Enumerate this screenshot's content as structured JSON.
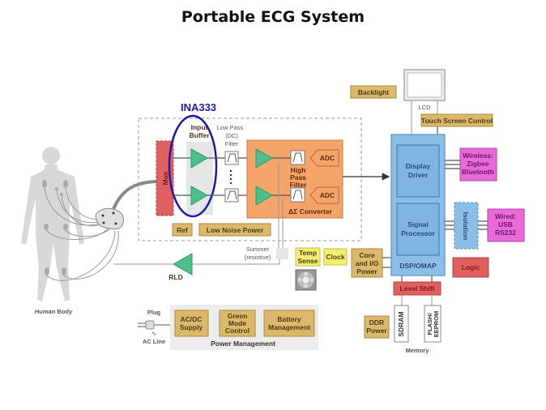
{
  "title": "Portable ECG System",
  "highlight": {
    "label": "INA333",
    "color": "#1a1aaa"
  },
  "human_body": {
    "label": "Human Body"
  },
  "front_end": {
    "mux": "Mux",
    "input_buffer": [
      "Input",
      "Buffer"
    ],
    "low_pass_filter": [
      "Low Pass",
      "(DC)",
      "Filter"
    ],
    "high_pass_filter": [
      "High",
      "Pass",
      "Filter"
    ],
    "adc_top": "ADC",
    "adc_bottom": "ADC",
    "converter": "ΔΣ Converter",
    "ref": "Ref",
    "low_noise_power": "Low Noise Power"
  },
  "feedback": {
    "summer": [
      "Summer",
      "(resistive)"
    ],
    "rld": "RLD"
  },
  "support": {
    "temp_sense": [
      "Temp",
      "Sense"
    ],
    "clock": "Clock",
    "core_io_power": [
      "Core",
      "and I/O",
      "Power"
    ],
    "fan_icon": "fan-icon"
  },
  "display": {
    "backlight": "Backlight",
    "lcd": "LCD",
    "touch_screen_control": "Touch Screen Control"
  },
  "processor": {
    "display_driver": [
      "Display",
      "Driver"
    ],
    "signal_processor": [
      "Signal",
      "Processor"
    ],
    "dsp_label": "DSP/OMAP",
    "logic": "Logic",
    "level_shift": "Level Shift"
  },
  "connectivity": {
    "wireless": [
      "Wireless:",
      "Zigbee",
      "Bluetooth"
    ],
    "isolation": "Isolation",
    "wired": [
      "Wired:",
      "USB",
      "RS232"
    ]
  },
  "memory": {
    "ddr_power": [
      "DDR",
      "Power"
    ],
    "sdram": "SDRAM",
    "flash": [
      "FLASH/",
      "EEPROM"
    ],
    "label": "Memory"
  },
  "power_management": {
    "plug": "Plug",
    "ac_line": "AC Line",
    "ac_dc_supply": [
      "AC/DC",
      "Supply"
    ],
    "green_mode_control": [
      "Green",
      "Mode",
      "Control"
    ],
    "battery_management": [
      "Battery",
      "Management"
    ],
    "label": "Power Management"
  }
}
